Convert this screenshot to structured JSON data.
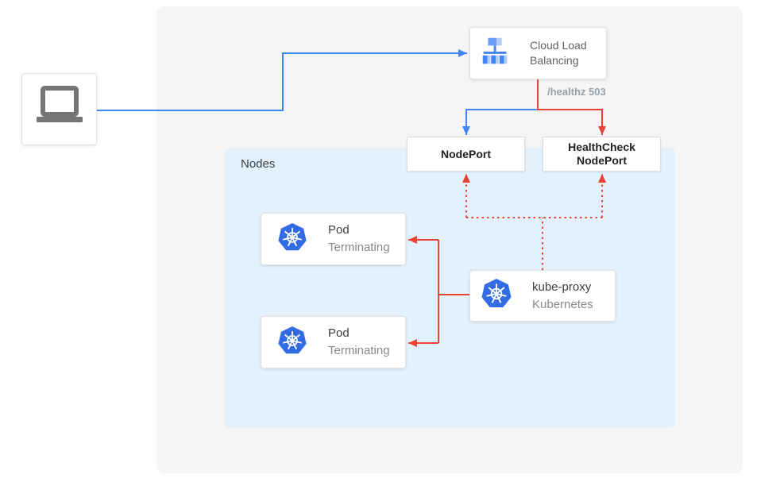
{
  "colors": {
    "blue": "#4285f4",
    "red": "#ea4335",
    "kubernetes_blue": "#326ce5",
    "panel_background": "#f5f5f6",
    "nodes_background": "#e3f1fc",
    "card_border": "#dadce0"
  },
  "client": {
    "icon": "laptop"
  },
  "load_balancer": {
    "label": "Cloud Load Balancing"
  },
  "healthz_label": "/healthz 503",
  "node_port": {
    "label": "NodePort"
  },
  "health_check_node_port": {
    "label": "HealthCheck NodePort"
  },
  "nodes_group": {
    "label": "Nodes"
  },
  "pods": [
    {
      "title": "Pod",
      "status": "Terminating"
    },
    {
      "title": "Pod",
      "status": "Terminating"
    }
  ],
  "kube_proxy": {
    "title": "kube-proxy",
    "subtitle": "Kubernetes"
  },
  "edges": [
    {
      "from": "client-laptop",
      "to": "cloud-load-balancing",
      "color": "blue",
      "style": "solid"
    },
    {
      "from": "cloud-load-balancing",
      "to": "node-port",
      "color": "blue",
      "style": "solid"
    },
    {
      "from": "cloud-load-balancing",
      "to": "health-check-node-port",
      "color": "red",
      "style": "solid",
      "label": "/healthz 503"
    },
    {
      "from": "kube-proxy",
      "to": "pod-1",
      "color": "red",
      "style": "solid"
    },
    {
      "from": "kube-proxy",
      "to": "pod-2",
      "color": "red",
      "style": "solid"
    },
    {
      "from": "kube-proxy",
      "to": "node-port",
      "color": "red",
      "style": "dotted"
    },
    {
      "from": "kube-proxy",
      "to": "health-check-node-port",
      "color": "red",
      "style": "dotted"
    }
  ]
}
